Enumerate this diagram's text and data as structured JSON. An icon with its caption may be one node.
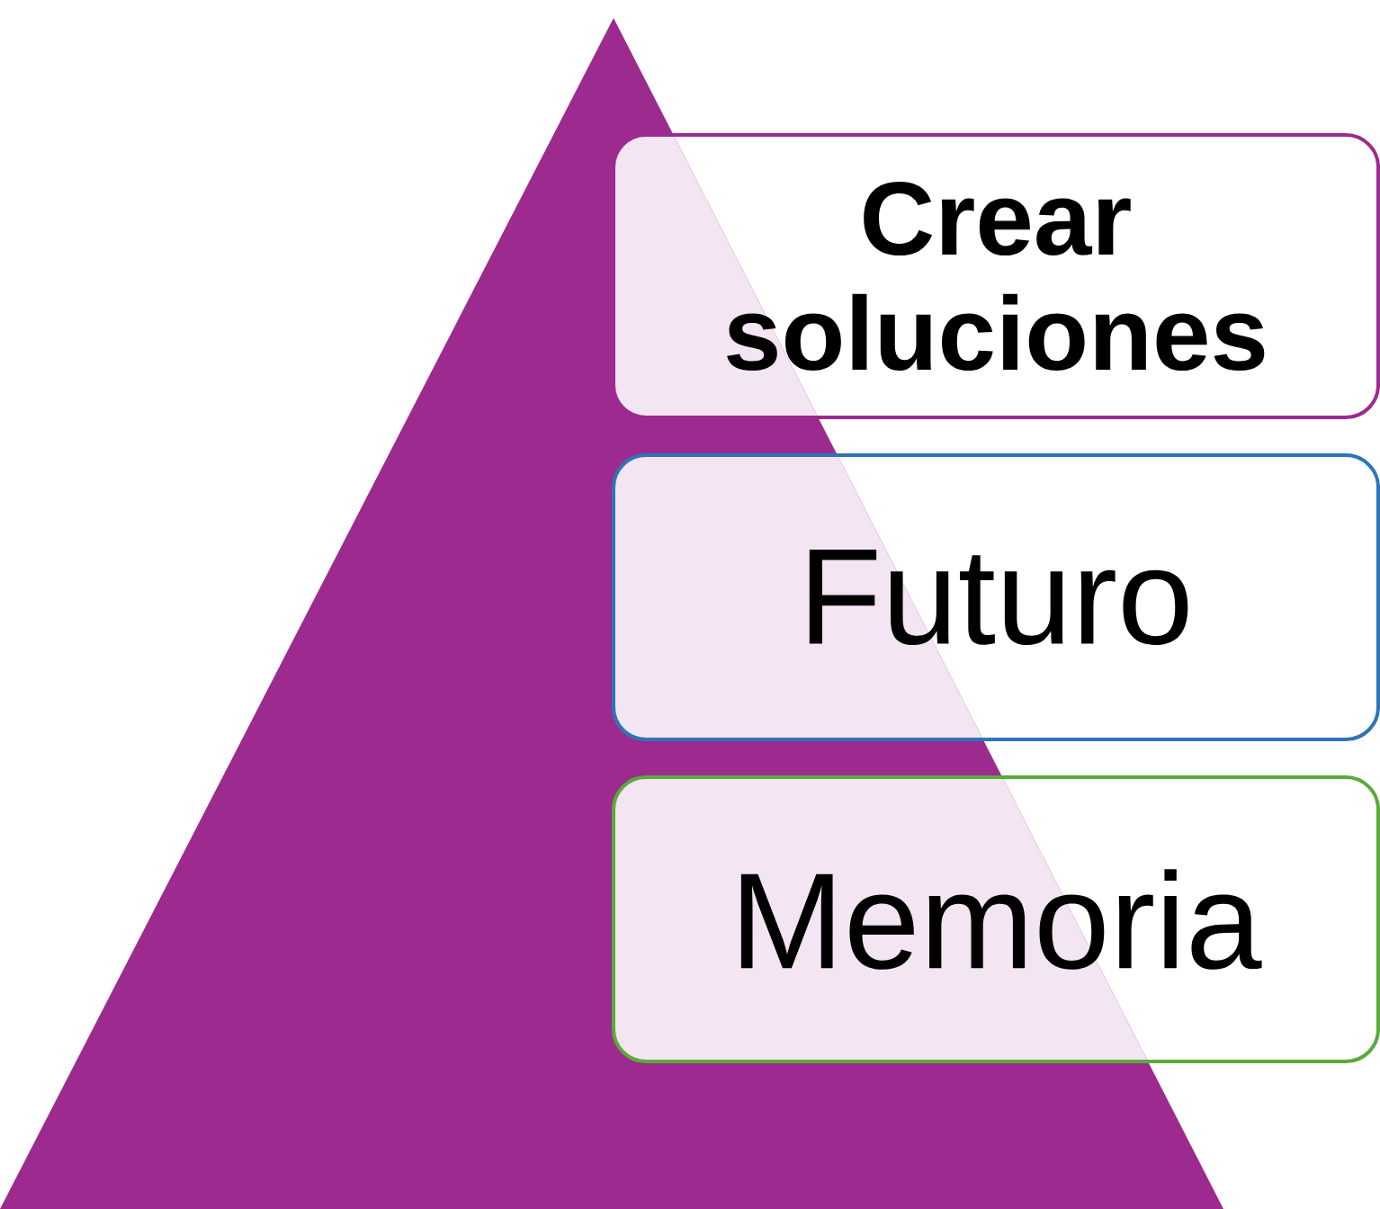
{
  "diagram": {
    "nodes": [
      {
        "text": [
          "Crear soluciones"
        ]
      },
      {
        "text": [
          "Futuro"
        ]
      },
      {
        "text": [
          "Memoria"
        ]
      }
    ]
  }
}
